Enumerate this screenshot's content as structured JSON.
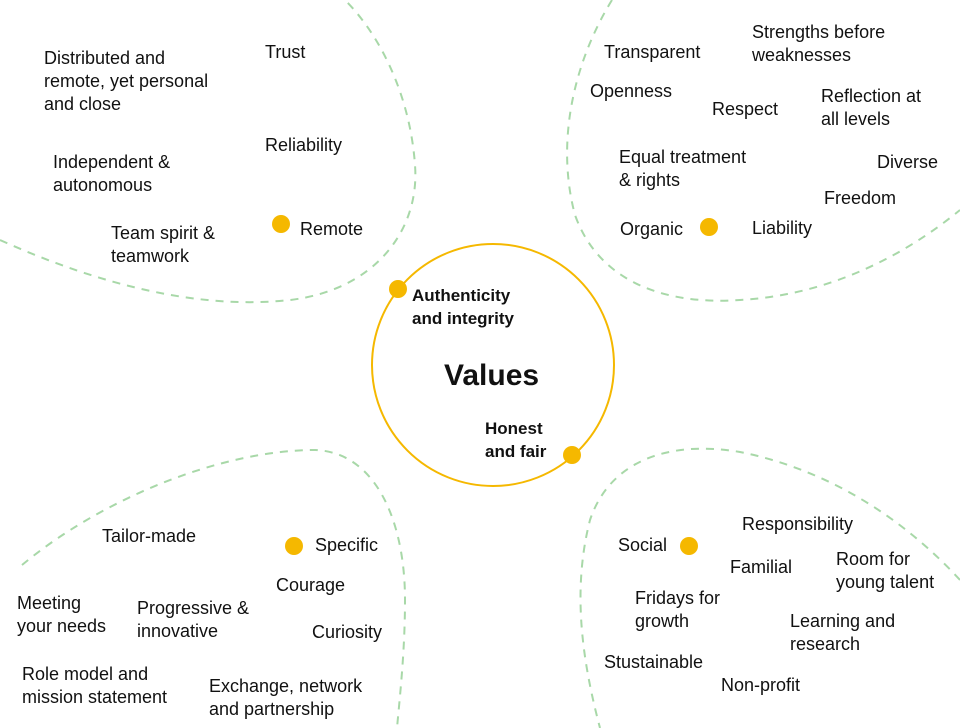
{
  "colors": {
    "accent": "#f5b800",
    "petal_outline": "#a8d8a8",
    "text": "#111111",
    "background": "#ffffff"
  },
  "center": {
    "title": "Values",
    "authenticity": "Authenticity\nand integrity",
    "honest": "Honest\nand fair"
  },
  "remote": {
    "hub": "Remote",
    "items": [
      "Distributed and\nremote, yet personal\nand close",
      "Trust",
      "Reliability",
      "Independent &\nautonomous",
      "Team spirit &\nteamwork"
    ]
  },
  "organic": {
    "hub": "Organic",
    "items": [
      "Transparent",
      "Strengths before\nweaknesses",
      "Openness",
      "Respect",
      "Reflection at\nall levels",
      "Equal treatment\n& rights",
      "Diverse",
      "Freedom",
      "Liability"
    ]
  },
  "specific": {
    "hub": "Specific",
    "items": [
      "Tailor-made",
      "Courage",
      "Meeting\nyour needs",
      "Progressive &\ninnovative",
      "Curiosity",
      "Role model and\nmission statement",
      "Exchange, network\nand partnership"
    ]
  },
  "social": {
    "hub": "Social",
    "items": [
      "Responsibility",
      "Familial",
      "Room for\nyoung talent",
      "Fridays for\ngrowth",
      "Learning and\nresearch",
      "Stustainable",
      "Non-profit"
    ]
  }
}
